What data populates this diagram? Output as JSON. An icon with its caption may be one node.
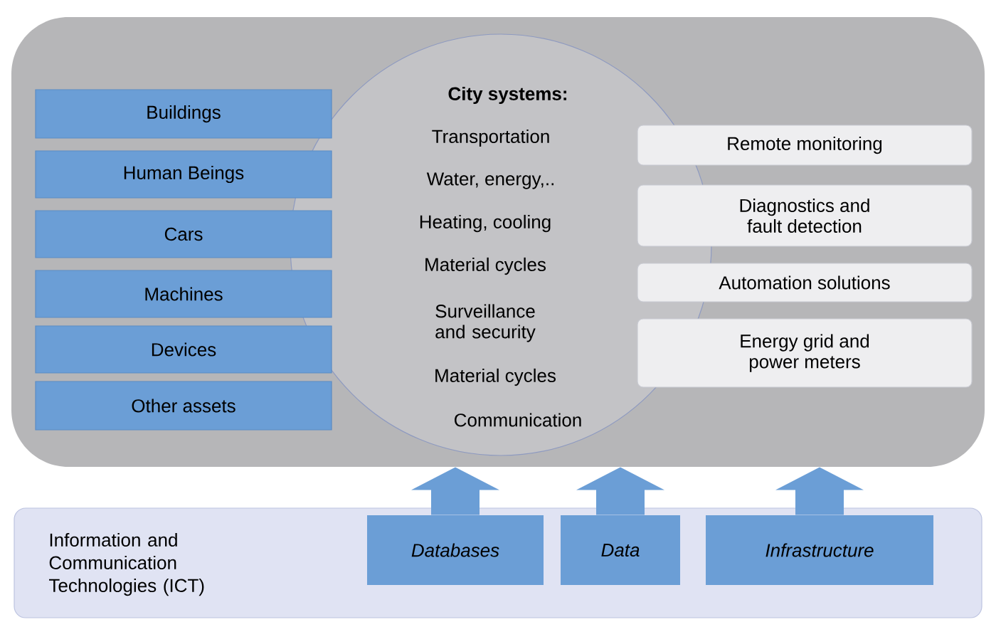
{
  "diagram": {
    "nodes": [
      {
        "text": [],
        "shape": "box"
      },
      {
        "text": [
          "Buildings"
        ],
        "in": 0
      },
      {
        "text": [
          "Human Beings"
        ],
        "in": 0
      },
      {
        "text": [
          "Cars"
        ],
        "in": 0
      },
      {
        "text": [
          "Machines"
        ],
        "in": 0
      },
      {
        "text": [
          "Devices"
        ],
        "in": 0
      },
      {
        "text": [
          "Other assets"
        ],
        "in": 0
      },
      {
        "text": [
          "City systems:",
          "Transportation",
          "Water, energy,..",
          "Heating, cooling",
          "Material cycles",
          "Surveillance and security",
          "Material cycles",
          "Communication"
        ],
        "in": 0
      },
      {
        "text": [
          "Remote monitoring"
        ],
        "in": 0
      },
      {
        "text": [
          "Diagnostics and fault detection"
        ],
        "in": 0
      },
      {
        "text": [
          "Automation solutions"
        ],
        "in": 0
      },
      {
        "text": [
          "Energy grid and power meters"
        ],
        "in": 0
      },
      {
        "text": [
          "Information and Communication Technologies (ICT)"
        ]
      },
      {
        "text": [
          "Databases"
        ],
        "in": 12
      },
      {
        "text": [
          "Data"
        ],
        "in": 12
      },
      {
        "text": [
          "Infrastructure"
        ],
        "in": 12
      }
    ],
    "edges": [
      {
        "from": 13,
        "to": 0,
        "arrow": "to"
      },
      {
        "from": 14,
        "to": 0,
        "arrow": "to"
      },
      {
        "from": 15,
        "to": 0,
        "arrow": "to"
      }
    ]
  }
}
